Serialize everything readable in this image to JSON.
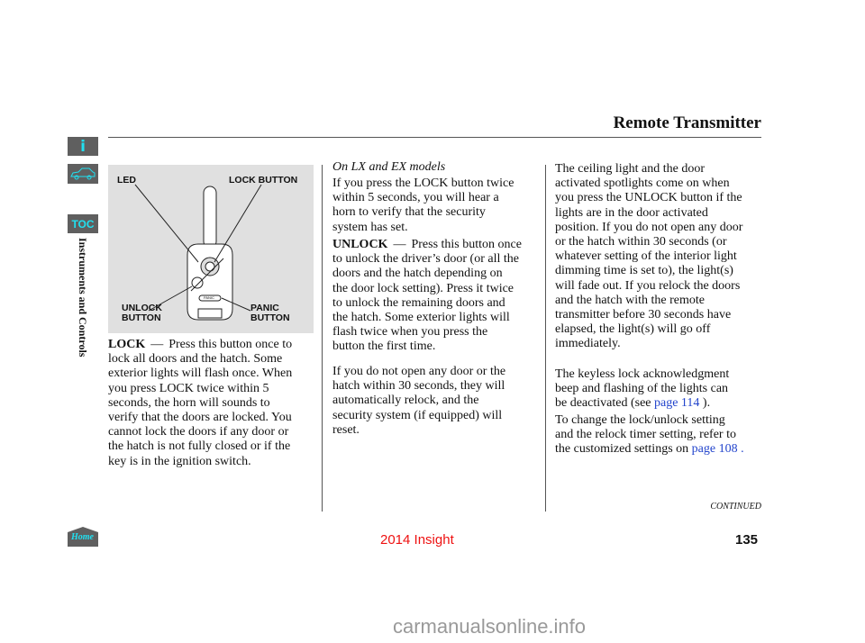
{
  "header": {
    "title": "Remote Transmitter"
  },
  "sidebar": {
    "section": "Instruments and Controls",
    "toc_label": "TOC",
    "home_label": "Home",
    "info_icon": "info-icon",
    "car_icon": "car-icon"
  },
  "figure": {
    "labels": {
      "led": "LED",
      "lock_button": "LOCK BUTTON",
      "unlock_button": "UNLOCK\nBUTTON",
      "panic_button": "PANIC\nBUTTON",
      "panic_key": "PANIC"
    }
  },
  "col1": {
    "lock_heading": "LOCK",
    "dash": "—",
    "lock_text": "Press this button once to",
    "lock_body": "lock all doors and the hatch. Some\nexterior lights will flash once. When\nyou press LOCK twice within 5\nseconds, the horn will sounds to\nverify that the doors are locked. You\ncannot lock the doors if any door or\nthe hatch is not fully closed or if the\nkey is in the ignition switch."
  },
  "col2": {
    "models_note": "On LX and EX models",
    "p1": "If you press the LOCK button twice\nwithin 5 seconds, you will hear a\nhorn to verify that the security\nsystem has set.",
    "unlock_heading": "UNLOCK",
    "dash": "—",
    "unlock_text": "Press this button once",
    "unlock_body": "to unlock the driver’s door (or all the\ndoors and the hatch depending on\nthe door lock setting). Press it twice\nto unlock the remaining doors and\nthe hatch. Some exterior lights will\nflash twice when you press the\nbutton the first time.",
    "p3": "If you do not open any door or the\nhatch within 30 seconds, they will\nautomatically relock, and the\nsecurity system (if equipped) will\nreset."
  },
  "col3": {
    "p1": "The ceiling light and the door\nactivated spotlights come on when\nyou press the UNLOCK button if the\nlights are in the door activated\nposition. If you do not open any door\nor the hatch within 30 seconds (or\nwhatever setting of the interior light\ndimming time is set to), the light(s)\nwill fade out. If you relock the doors\nand the hatch with the remote\ntransmitter before 30 seconds have\nelapsed, the light(s) will go off\nimmediately.",
    "p2_before": "The keyless lock acknowledgment\nbeep and flashing of the lights can\nbe deactivated (see ",
    "p2_link": "page 114",
    "p2_after": " ).",
    "p3_before": "To change the lock/unlock setting\nand the relock timer setting, refer to\nthe customized settings on ",
    "p3_link": "page 108 .",
    "continued": "CONTINUED"
  },
  "footer": {
    "model": "2014 Insight",
    "page_number": "135",
    "watermark": "carmanualsonline.info"
  },
  "colors": {
    "accent": "#20e0f0",
    "model": "#ee1111",
    "link": "#2244cc"
  }
}
